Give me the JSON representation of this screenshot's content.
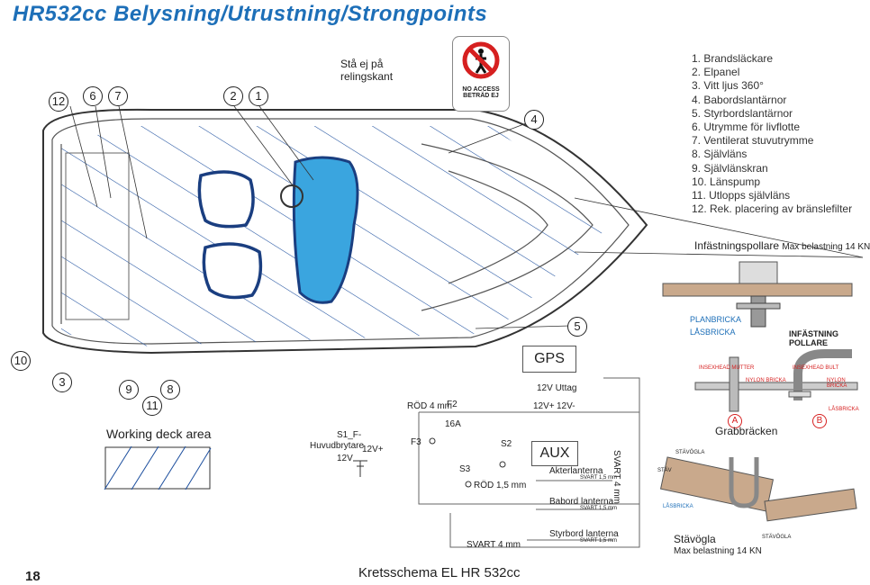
{
  "header": {
    "title": "HR532cc  Belysning/Utrustning/Strongpoints"
  },
  "warning": {
    "text_line1": "Stå ej på",
    "text_line2": "relingskant",
    "sign_line1": "NO ACCESS",
    "sign_line2": "BETRÄD EJ"
  },
  "markers": [
    "12",
    "6",
    "7",
    "2",
    "1",
    "4",
    "5",
    "10",
    "3",
    "9",
    "11",
    "8"
  ],
  "legend": [
    "1.  Brandsläckare",
    "2.  Elpanel",
    "3.  Vitt ljus 360°",
    "4.  Babordslantärnor",
    "5.  Styrbordslantärnor",
    "6.  Utrymme för livflotte",
    "7.  Ventilerat stuvutrymme",
    "8.  Självläns",
    "9.  Självlänskran",
    "10.  Länspump",
    "11.  Utlopps självläns",
    "12.  Rek. placering av bränslefilter"
  ],
  "bollard": {
    "title": "Infästningspollare",
    "load": "Max belastning  14 KN",
    "planbricka": "PLANBRICKA",
    "lasbricka": "LÅSBRICKA",
    "label": "INFÄSTNING POLLARE"
  },
  "grabrail": {
    "label": "Grabbräcken",
    "a": "A",
    "b": "B",
    "nut": "INSEXHEAD MUTTER",
    "bolt": "INSEXHEAD BULT",
    "nylon1": "NYLON BRICKA",
    "nylon2": "NYLON BRICKA",
    "las": "LÅSBRICKA"
  },
  "bowrail": {
    "label": "Stävögla",
    "load": "Max belastning  14 KN",
    "stavogla": "STÄVÖGLA",
    "stav": "STÄV",
    "lasbricka": "LÅSBRICKA",
    "stavogla2": "STÄVÖGLA"
  },
  "working_deck": {
    "label": "Working deck area"
  },
  "circuit": {
    "gps": "GPS",
    "uttag": "12V Uttag",
    "v_plus": "12V+",
    "v_minus": "12V-",
    "aux": "AUX",
    "akter": "Akterlanterna",
    "babord": "Babord lanterna",
    "styrbord": "Styrbord lanterna",
    "svart15": "SVART 1,5 mm",
    "svart4": "SVART 4 mm",
    "svart4v": "SVART 4 mm",
    "rod4": "RÖD 4 mm",
    "rod15": "RÖD 1,5 mm",
    "f2": "F2",
    "f3": "F3",
    "amp": "16A",
    "s1": "S1_F-",
    "huvud": "Huvudbrytare",
    "v12": "12V",
    "v12p": "12V+",
    "s2": "S2",
    "s3": "S3"
  },
  "footer": {
    "page": "18",
    "title": "Kretsschema EL   HR 532cc"
  }
}
